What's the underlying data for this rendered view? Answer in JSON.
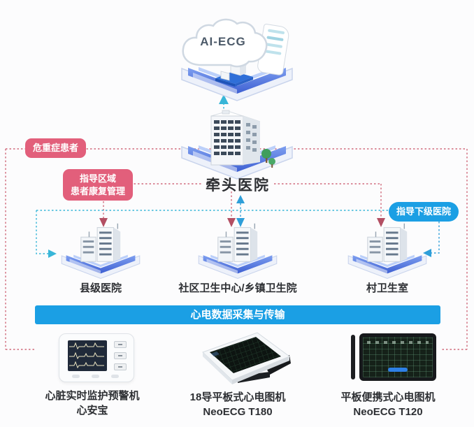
{
  "cloud": {
    "label": "AI-ECG"
  },
  "lead_hospital": {
    "label": "牵头医院"
  },
  "badges": {
    "critical": "危重症患者",
    "rehab_line1": "指导区域",
    "rehab_line2": "患者康复管理",
    "guide_lower": "指导下级医院"
  },
  "facilities": [
    {
      "label": "县级医院"
    },
    {
      "label": "社区卫生中心/乡镇卫生院"
    },
    {
      "label": "村卫生室"
    }
  ],
  "banner": {
    "label": "心电数据采集与传输"
  },
  "devices": [
    {
      "line1": "心脏实时监护预警机",
      "line2": "心安宝"
    },
    {
      "line1": "18导平板式心电图机",
      "line2": "NeoECG T180"
    },
    {
      "line1": "平板便携式心电图机",
      "line2": "NeoECG T120"
    }
  ],
  "colors": {
    "pink-badge": "#e25f7b",
    "blue-badge": "#1b9fe4",
    "banner-blue": "#1b9fe4",
    "line-red": "#d06a7c",
    "arrow-red": "#b34f63",
    "line-teal": "#38b6d8",
    "line-blue": "#2f9fd9",
    "platform-dark": "#3d5fd2",
    "platform-light": "#7e9ff0",
    "text-dark": "#2d2f33"
  }
}
